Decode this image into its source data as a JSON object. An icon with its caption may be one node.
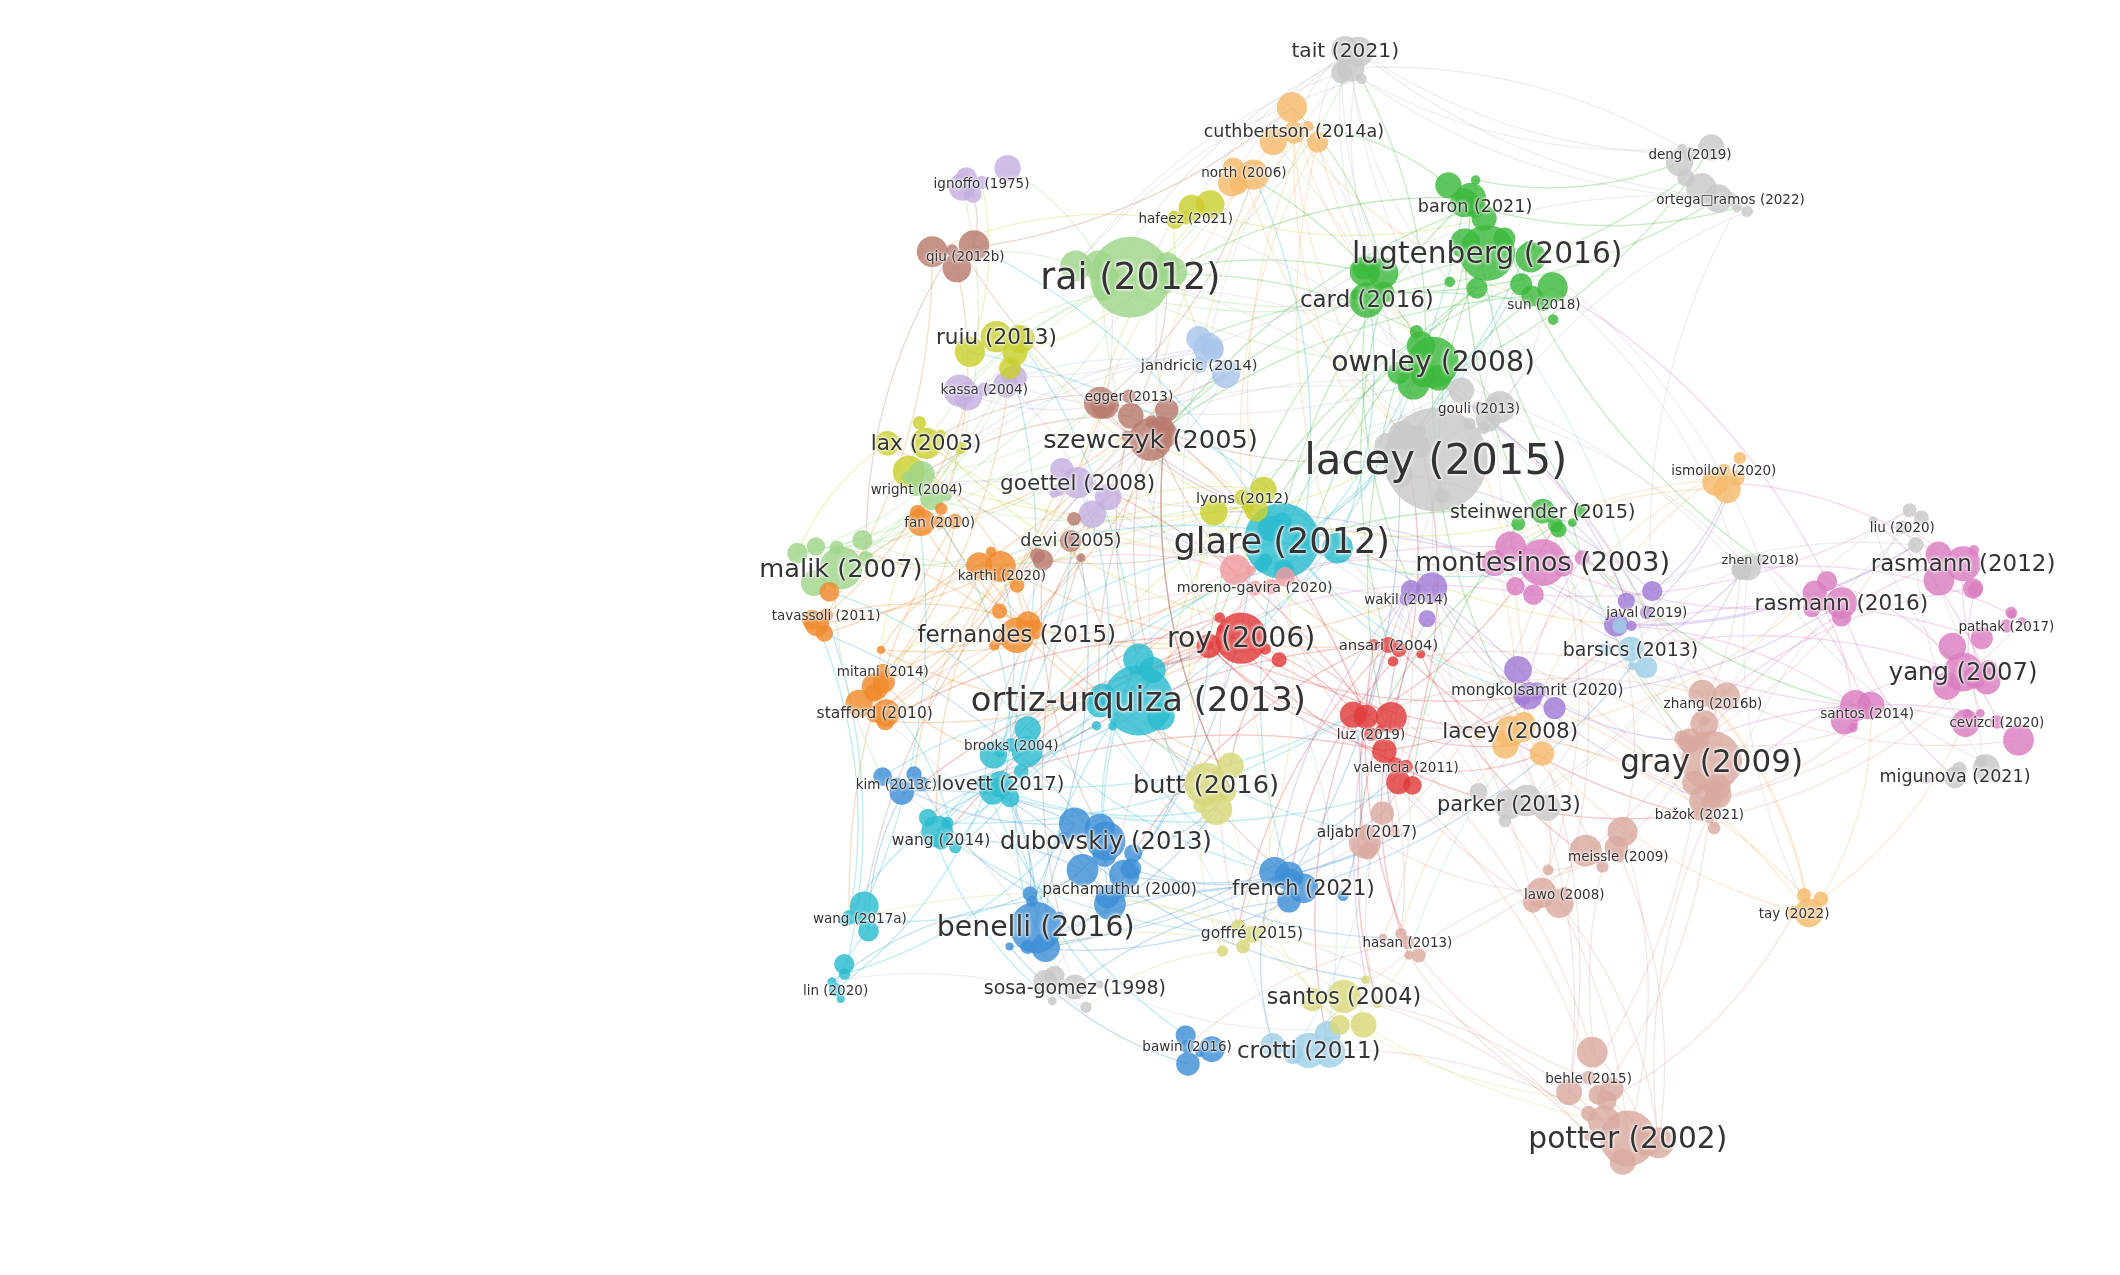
{
  "diagram": {
    "nodes": [
      {
        "text": [
          "tait (2021)"
        ]
      },
      {
        "text": [
          "cuthbertson (2014a)"
        ]
      },
      {
        "text": [
          "north (2006)"
        ]
      },
      {
        "text": [
          "ignoffo (1975)"
        ]
      },
      {
        "text": [
          "deng (2019)"
        ]
      },
      {
        "text": [
          "hafeez (2021)"
        ]
      },
      {
        "text": [
          "baron (2021)"
        ]
      },
      {
        "text": [
          "ortega□ramos (2022)"
        ]
      },
      {
        "text": [
          "qiu (2012b)"
        ]
      },
      {
        "text": [
          "rai (2012)"
        ]
      },
      {
        "text": [
          "lugtenberg (2016)"
        ]
      },
      {
        "text": [
          "card (2016)"
        ]
      },
      {
        "text": [
          "sun (2018)"
        ]
      },
      {
        "text": [
          "ruiu (2013)"
        ]
      },
      {
        "text": [
          "jandricic (2014)"
        ]
      },
      {
        "text": [
          "ownley (2008)"
        ]
      },
      {
        "text": [
          "kassa (2004)"
        ]
      },
      {
        "text": [
          "egger (2013)"
        ]
      },
      {
        "text": [
          "gouli (2013)"
        ]
      },
      {
        "text": [
          "lax (2003)"
        ]
      },
      {
        "text": [
          "szewczyk (2005)"
        ]
      },
      {
        "text": [
          "lacey (2015)"
        ]
      },
      {
        "text": [
          "wright (2004)"
        ]
      },
      {
        "text": [
          "goettel (2008)"
        ]
      },
      {
        "text": [
          "lyons (2012)"
        ]
      },
      {
        "text": [
          "ismoilov (2020)"
        ]
      },
      {
        "text": [
          "fan (2010)"
        ]
      },
      {
        "text": [
          "steinwender (2015)"
        ]
      },
      {
        "text": [
          "liu (2020)"
        ]
      },
      {
        "text": [
          "devi (2005)"
        ]
      },
      {
        "text": [
          "glare (2012)"
        ]
      },
      {
        "text": [
          "malik (2007)"
        ]
      },
      {
        "text": [
          "montesinos (2003)"
        ]
      },
      {
        "text": [
          "zhen (2018)"
        ]
      },
      {
        "text": [
          "rasmann (2012)"
        ]
      },
      {
        "text": [
          "karthi (2020)"
        ]
      },
      {
        "text": [
          "moreno-gavira (2020)"
        ]
      },
      {
        "text": [
          "wakil (2014)"
        ]
      },
      {
        "text": [
          "rasmann (2016)"
        ]
      },
      {
        "text": [
          "tavassoli (2011)"
        ]
      },
      {
        "text": [
          "javal (2019)"
        ]
      },
      {
        "text": [
          "fernandes (2015)"
        ]
      },
      {
        "text": [
          "roy (2006)"
        ]
      },
      {
        "text": [
          "ansari (2004)"
        ]
      },
      {
        "text": [
          "barsics (2013)"
        ]
      },
      {
        "text": [
          "pathak (2017)"
        ]
      },
      {
        "text": [
          "mitani (2014)"
        ]
      },
      {
        "text": [
          "yang (2007)"
        ]
      },
      {
        "text": [
          "mongkolsamrit (2020)"
        ]
      },
      {
        "text": [
          "stafford (2010)"
        ]
      },
      {
        "text": [
          "zhang (2016b)"
        ]
      },
      {
        "text": [
          "ortiz-urquiza (2013)"
        ]
      },
      {
        "text": [
          "santos (2014)"
        ]
      },
      {
        "text": [
          "cevizci (2020)"
        ]
      },
      {
        "text": [
          "brooks (2004)"
        ]
      },
      {
        "text": [
          "luz (2019)"
        ]
      },
      {
        "text": [
          "lacey (2008)"
        ]
      },
      {
        "text": [
          "gray (2009)"
        ]
      },
      {
        "text": [
          "valencia (2011)"
        ]
      },
      {
        "text": [
          "kim (2013c)"
        ]
      },
      {
        "text": [
          "lovett (2017)"
        ]
      },
      {
        "text": [
          "butt (2016)"
        ]
      },
      {
        "text": [
          "migunova (2021)"
        ]
      },
      {
        "text": [
          "parker (2013)"
        ]
      },
      {
        "text": [
          "bažok (2021)"
        ]
      },
      {
        "text": [
          "wang (2014)"
        ]
      },
      {
        "text": [
          "dubovskiy (2013)"
        ]
      },
      {
        "text": [
          "aljabr (2017)"
        ]
      },
      {
        "text": [
          "meissle (2009)"
        ]
      },
      {
        "text": [
          "pachamuthu (2000)"
        ]
      },
      {
        "text": [
          "french (2021)"
        ]
      },
      {
        "text": [
          "lawo (2008)"
        ]
      },
      {
        "text": [
          "wang (2017a)"
        ]
      },
      {
        "text": [
          "tay (2022)"
        ]
      },
      {
        "text": [
          "benelli (2016)"
        ]
      },
      {
        "text": [
          "goffré (2015)"
        ]
      },
      {
        "text": [
          "hasan (2013)"
        ]
      },
      {
        "text": [
          "lin (2020)"
        ]
      },
      {
        "text": [
          "sosa-gomez (1998)"
        ]
      },
      {
        "text": [
          "santos (2004)"
        ]
      },
      {
        "text": [
          "bawin (2016)"
        ]
      },
      {
        "text": [
          "crotti (2011)"
        ]
      },
      {
        "text": [
          "behle (2015)"
        ]
      },
      {
        "text": [
          "potter (2002)"
        ]
      }
    ]
  }
}
